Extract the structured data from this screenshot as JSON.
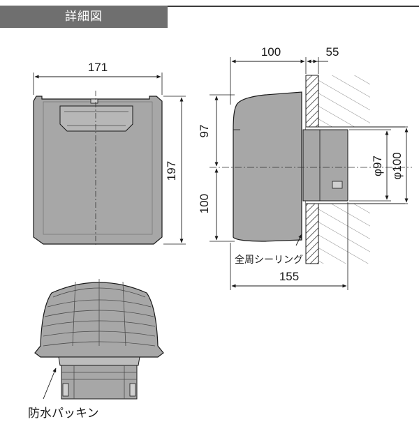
{
  "header": {
    "title": "詳細図"
  },
  "front_view": {
    "width_label": "171",
    "height_label": "197"
  },
  "side_view": {
    "depth_label": "100",
    "wall_label": "55",
    "upper_height_label": "97",
    "lower_height_label": "100",
    "pipe_inner_label": "φ97",
    "pipe_outer_label": "φ100",
    "total_depth_label": "155",
    "sealing_label": "全周シーリング"
  },
  "bottom_view": {
    "gasket_label": "防水パッキン"
  },
  "colors": {
    "header_bg": "#6f6f6f",
    "body_fill": "#a7a7a7",
    "line": "#1a1a1a"
  }
}
